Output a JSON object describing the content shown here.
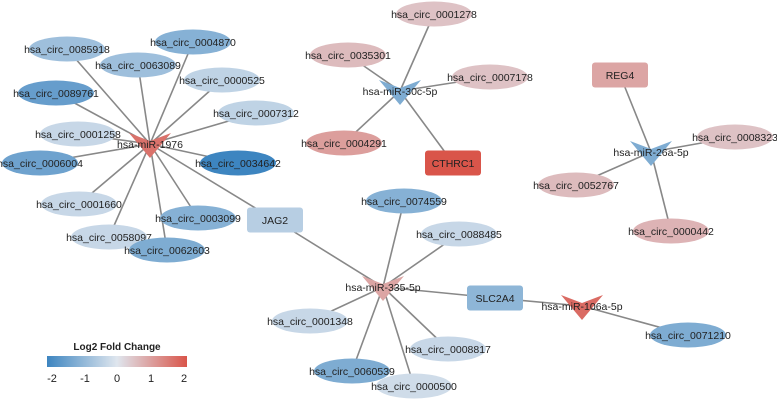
{
  "network": {
    "nodes": [
      {
        "id": "miR1976",
        "label": "hsa-miR-1976",
        "type": "mirna",
        "fc": 1.6
      },
      {
        "id": "miR30c",
        "label": "hsa-miR-30c-5p",
        "type": "mirna",
        "fc": -1.2
      },
      {
        "id": "miR26a",
        "label": "hsa-miR-26a-5p",
        "type": "mirna",
        "fc": -1.2
      },
      {
        "id": "miR335",
        "label": "hsa-miR-335-5p",
        "type": "mirna",
        "fc": 0.9
      },
      {
        "id": "miR106a",
        "label": "hsa-miR-106a-5p",
        "type": "mirna",
        "fc": 1.7
      },
      {
        "id": "JAG2",
        "label": "JAG2",
        "type": "gene",
        "fc": -0.5
      },
      {
        "id": "CTHRC1",
        "label": "CTHRC1",
        "type": "gene",
        "fc": 2.0
      },
      {
        "id": "REG4",
        "label": "REG4",
        "type": "gene",
        "fc": 0.9
      },
      {
        "id": "SLC2A4",
        "label": "SLC2A4",
        "type": "gene",
        "fc": -1.0
      },
      {
        "id": "c0085918",
        "label": "hsa_circ_0085918",
        "type": "circ",
        "fc": -0.8
      },
      {
        "id": "c0004870",
        "label": "hsa_circ_0004870",
        "type": "circ",
        "fc": -1.1
      },
      {
        "id": "c0063089",
        "label": "hsa_circ_0063089",
        "type": "circ",
        "fc": -0.8
      },
      {
        "id": "c0089761",
        "label": "hsa_circ_0089761",
        "type": "circ",
        "fc": -1.5
      },
      {
        "id": "c0000525",
        "label": "hsa_circ_0000525",
        "type": "circ",
        "fc": -0.4
      },
      {
        "id": "c0007312",
        "label": "hsa_circ_0007312",
        "type": "circ",
        "fc": -0.4
      },
      {
        "id": "c0001258",
        "label": "hsa_circ_0001258",
        "type": "circ",
        "fc": -0.3
      },
      {
        "id": "c0006004",
        "label": "hsa_circ_0006004",
        "type": "circ",
        "fc": -1.4
      },
      {
        "id": "c0034642",
        "label": "hsa_circ_0034642",
        "type": "circ",
        "fc": -2.0
      },
      {
        "id": "c0001660",
        "label": "hsa_circ_0001660",
        "type": "circ",
        "fc": -0.3
      },
      {
        "id": "c0003099",
        "label": "hsa_circ_0003099",
        "type": "circ",
        "fc": -1.1
      },
      {
        "id": "c0058097",
        "label": "hsa_circ_0058097",
        "type": "circ",
        "fc": -0.3
      },
      {
        "id": "c0062603",
        "label": "hsa_circ_0062603",
        "type": "circ",
        "fc": -1.2
      },
      {
        "id": "c0035301",
        "label": "hsa_circ_0035301",
        "type": "circ",
        "fc": 0.6
      },
      {
        "id": "c0001278",
        "label": "hsa_circ_0001278",
        "type": "circ",
        "fc": 0.5
      },
      {
        "id": "c0007178",
        "label": "hsa_circ_0007178",
        "type": "circ",
        "fc": 0.5
      },
      {
        "id": "c0004291",
        "label": "hsa_circ_0004291",
        "type": "circ",
        "fc": 1.0
      },
      {
        "id": "c0008323",
        "label": "hsa_circ_0008323",
        "type": "circ",
        "fc": 0.5
      },
      {
        "id": "c0052767",
        "label": "hsa_circ_0052767",
        "type": "circ",
        "fc": 0.6
      },
      {
        "id": "c0000442",
        "label": "hsa_circ_0000442",
        "type": "circ",
        "fc": 0.7
      },
      {
        "id": "c0074559",
        "label": "hsa_circ_0074559",
        "type": "circ",
        "fc": -1.1
      },
      {
        "id": "c0088485",
        "label": "hsa_circ_0088485",
        "type": "circ",
        "fc": -0.3
      },
      {
        "id": "c0001348",
        "label": "hsa_circ_0001348",
        "type": "circ",
        "fc": -0.3
      },
      {
        "id": "c0008817",
        "label": "hsa_circ_0008817",
        "type": "circ",
        "fc": -0.3
      },
      {
        "id": "c0060539",
        "label": "hsa_circ_0060539",
        "type": "circ",
        "fc": -1.2
      },
      {
        "id": "c0000500",
        "label": "hsa_circ_0000500",
        "type": "circ",
        "fc": -0.2
      },
      {
        "id": "c0071210",
        "label": "hsa_circ_0071210",
        "type": "circ",
        "fc": -1.2
      }
    ],
    "edges": [
      [
        "miR1976",
        "c0085918"
      ],
      [
        "miR1976",
        "c0004870"
      ],
      [
        "miR1976",
        "c0063089"
      ],
      [
        "miR1976",
        "c0089761"
      ],
      [
        "miR1976",
        "c0000525"
      ],
      [
        "miR1976",
        "c0007312"
      ],
      [
        "miR1976",
        "c0001258"
      ],
      [
        "miR1976",
        "c0006004"
      ],
      [
        "miR1976",
        "c0034642"
      ],
      [
        "miR1976",
        "c0001660"
      ],
      [
        "miR1976",
        "c0003099"
      ],
      [
        "miR1976",
        "c0058097"
      ],
      [
        "miR1976",
        "c0062603"
      ],
      [
        "miR1976",
        "JAG2"
      ],
      [
        "miR30c",
        "c0035301"
      ],
      [
        "miR30c",
        "c0001278"
      ],
      [
        "miR30c",
        "c0007178"
      ],
      [
        "miR30c",
        "c0004291"
      ],
      [
        "miR30c",
        "CTHRC1"
      ],
      [
        "miR26a",
        "REG4"
      ],
      [
        "miR26a",
        "c0008323"
      ],
      [
        "miR26a",
        "c0052767"
      ],
      [
        "miR26a",
        "c0000442"
      ],
      [
        "miR335",
        "JAG2"
      ],
      [
        "miR335",
        "c0074559"
      ],
      [
        "miR335",
        "c0088485"
      ],
      [
        "miR335",
        "c0001348"
      ],
      [
        "miR335",
        "c0008817"
      ],
      [
        "miR335",
        "c0060539"
      ],
      [
        "miR335",
        "c0000500"
      ],
      [
        "miR335",
        "SLC2A4"
      ],
      [
        "SLC2A4",
        "miR106a"
      ],
      [
        "miR106a",
        "c0071210"
      ]
    ]
  },
  "legend": {
    "title": "Log2 Fold Change",
    "ticks": [
      "-2",
      "-1",
      "0",
      "1",
      "2"
    ],
    "colors": {
      "low": "#3d85c0",
      "mid": "#dfe6ee",
      "high": "#d9554a"
    }
  },
  "colors": {
    "edge": "#888888",
    "label": "#222222"
  }
}
